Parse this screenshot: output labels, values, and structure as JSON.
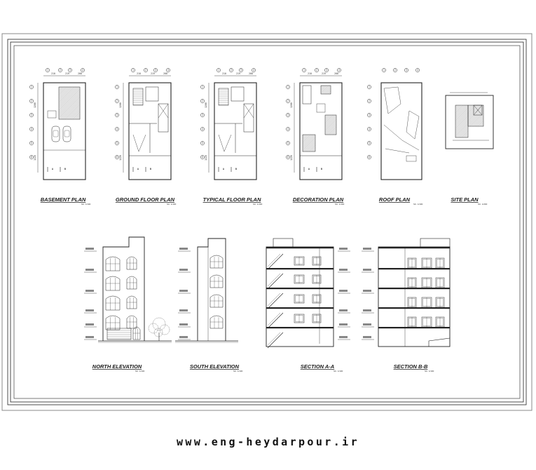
{
  "sheet": {
    "plans": [
      {
        "key": "basement",
        "title": "BASEMENT  PLAN",
        "scale": "SC. 1/100"
      },
      {
        "key": "ground",
        "title": "GROUND  FLOOR  PLAN",
        "scale": "SC. 1/100"
      },
      {
        "key": "typical",
        "title": "TYPICAL  FLOOR  PLAN",
        "scale": "SC. 1/100"
      },
      {
        "key": "decoration",
        "title": "DECORATION  PLAN",
        "scale": "SC. 1/100"
      },
      {
        "key": "roof",
        "title": "ROOF  PLAN",
        "scale": "SC. 1/100"
      },
      {
        "key": "site",
        "title": "SITE  PLAN",
        "scale": "SC. 1/200"
      }
    ],
    "elevations": [
      {
        "key": "north",
        "title": "NORTH  ELEVATION",
        "scale": "SC. 1/100"
      },
      {
        "key": "south",
        "title": "SOUTH  ELEVATION",
        "scale": "SC. 1/100"
      },
      {
        "key": "section_a",
        "title": "SECTION     A-A",
        "scale": "SC. 1/100"
      },
      {
        "key": "section_b",
        "title": "SECTION     B-B",
        "scale": "SC. 1/100"
      }
    ],
    "grid_tags": [
      "1",
      "2",
      "3",
      "4",
      "5",
      "6"
    ],
    "dims": [
      "210",
      "219",
      "208",
      "1200",
      "300",
      "1220"
    ]
  },
  "footer": {
    "url": "www.eng-heydarpour.ir"
  },
  "colors": {
    "line": "#222222",
    "paper": "#ffffff",
    "hatch": "#555555"
  }
}
